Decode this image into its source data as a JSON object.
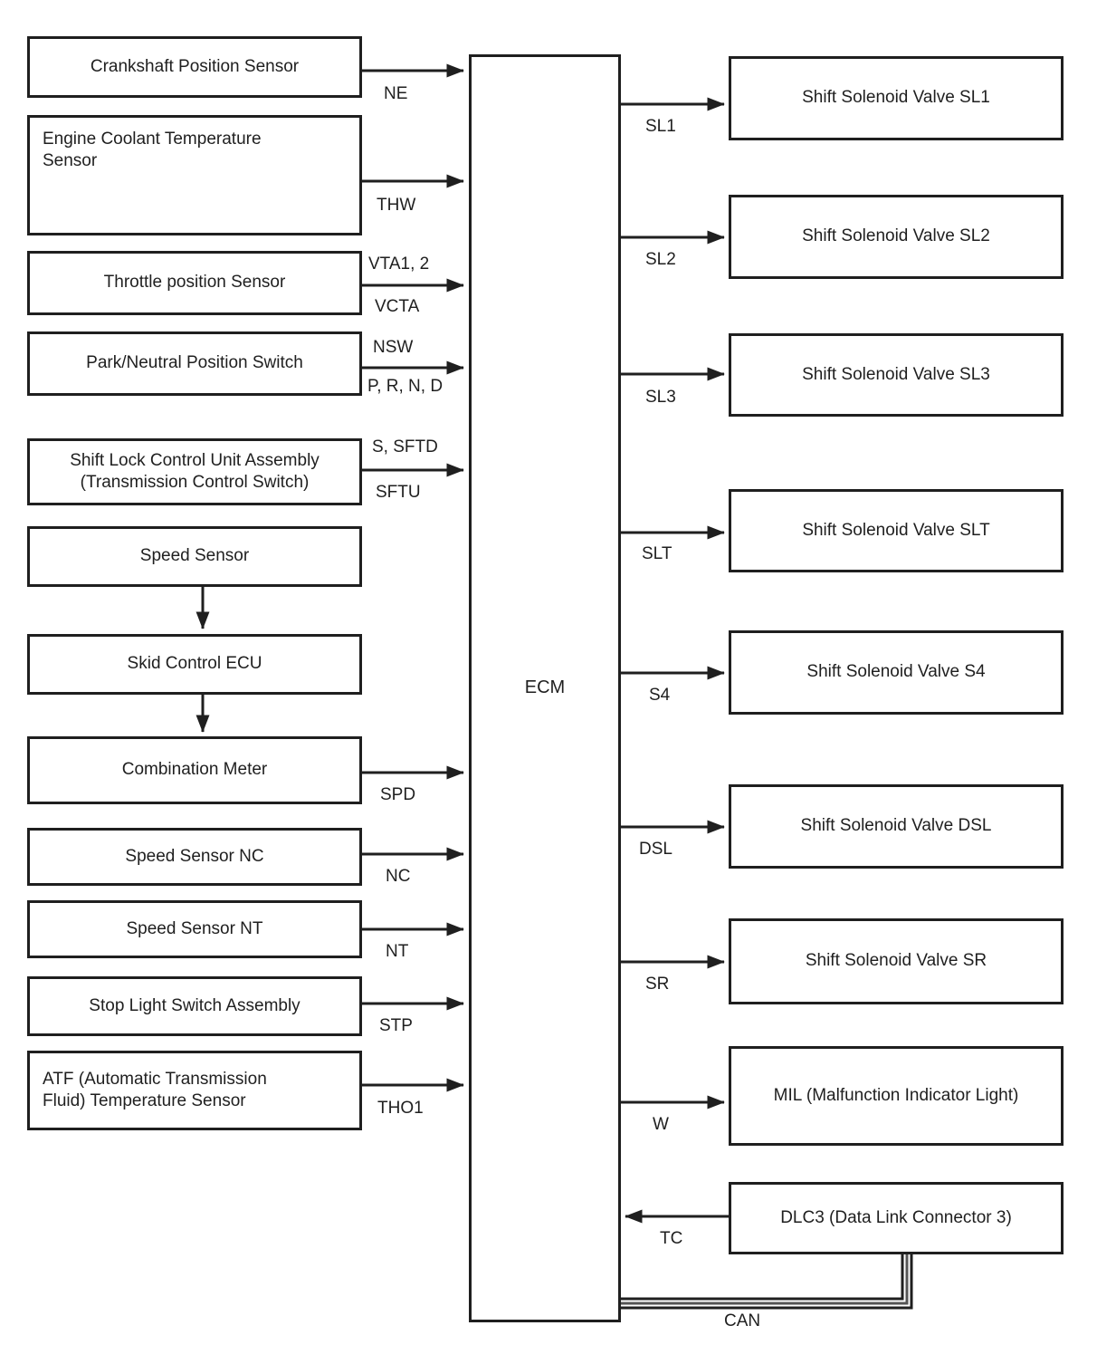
{
  "ecm": {
    "label": "ECM"
  },
  "left_boxes": [
    {
      "label": "Crankshaft Position Sensor"
    },
    {
      "label_line1": "Engine Coolant Temperature",
      "label_line2": "Sensor"
    },
    {
      "label": "Throttle position Sensor"
    },
    {
      "label": "Park/Neutral Position Switch"
    },
    {
      "label_line1": "Shift Lock Control Unit Assembly",
      "label_line2": "(Transmission Control Switch)"
    },
    {
      "label": "Speed Sensor"
    },
    {
      "label": "Skid Control ECU"
    },
    {
      "label": "Combination Meter"
    },
    {
      "label": "Speed Sensor NC"
    },
    {
      "label": "Speed Sensor NT"
    },
    {
      "label": "Stop Light Switch Assembly"
    },
    {
      "label_line1": "ATF (Automatic Transmission",
      "label_line2": "Fluid) Temperature Sensor"
    }
  ],
  "right_boxes": [
    {
      "label": "Shift Solenoid Valve SL1"
    },
    {
      "label": "Shift Solenoid Valve SL2"
    },
    {
      "label": "Shift Solenoid Valve SL3"
    },
    {
      "label": "Shift Solenoid Valve SLT"
    },
    {
      "label": "Shift Solenoid Valve S4"
    },
    {
      "label": "Shift Solenoid Valve DSL"
    },
    {
      "label": "Shift Solenoid Valve SR"
    },
    {
      "label": "MIL (Malfunction Indicator Light)"
    },
    {
      "label": "DLC3 (Data Link Connector 3)"
    }
  ],
  "signals": {
    "ne": "NE",
    "thw": "THW",
    "vta": "VTA1, 2",
    "vcta": "VCTA",
    "nsw": "NSW",
    "prnd": "P, R, N, D",
    "s_sftd": "S, SFTD",
    "sftu": "SFTU",
    "spd": "SPD",
    "nc": "NC",
    "nt": "NT",
    "stp": "STP",
    "tho1": "THO1",
    "sl1": "SL1",
    "sl2": "SL2",
    "sl3": "SL3",
    "slt": "SLT",
    "s4": "S4",
    "dsl": "DSL",
    "sr": "SR",
    "w": "W",
    "tc": "TC",
    "can": "CAN"
  },
  "colors": {
    "line": "#1f1f1f",
    "background": "#ffffff"
  }
}
